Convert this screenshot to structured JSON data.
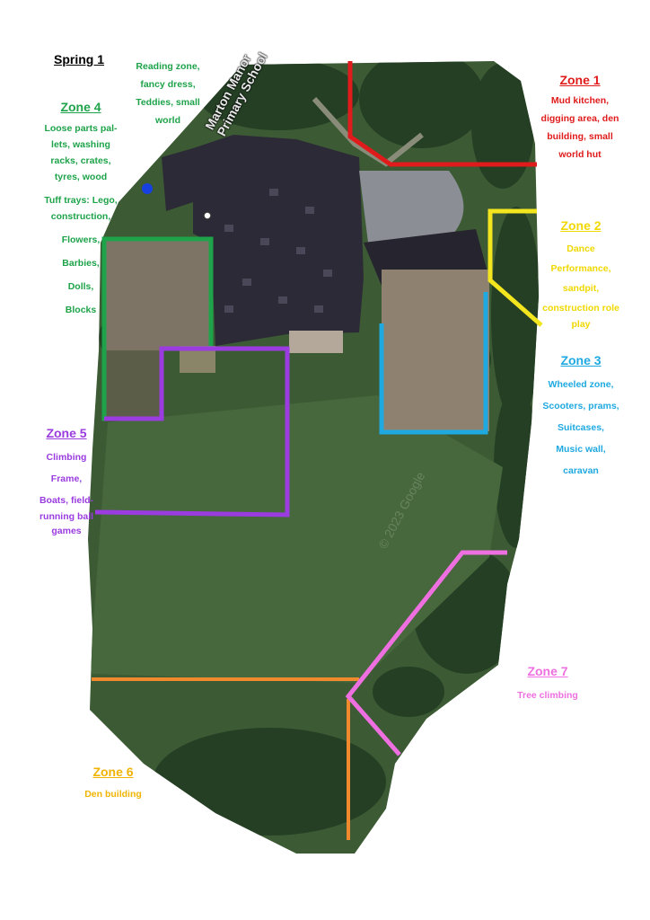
{
  "colors": {
    "zone1": "#e01b1b",
    "zone2": "#f3e61f",
    "zone3": "#1fa9e1",
    "zone4": "#1ea34a",
    "zone5": "#9a3ce0",
    "zone6": "#f08a2c",
    "zone7": "#ee6fe0",
    "zone6_label": "#f0b400",
    "zone2_label": "#f0d800",
    "grass": "#3c5a34",
    "roof": "#2c2a36"
  },
  "title": "Spring 1",
  "school_label": {
    "line1": "Marton Manor",
    "line2": "Primary School"
  },
  "watermark": "© 2023 Google",
  "indoor_note": {
    "line1": "Reading zone,",
    "line2": "fancy dress,",
    "line3": "Teddies, small",
    "line4": "world"
  },
  "zones": {
    "zone1": {
      "title": "Zone 1",
      "lines": [
        "Mud kitchen,",
        "digging area, den",
        "building, small",
        "world hut"
      ]
    },
    "zone2": {
      "title": "Zone 2",
      "lines": [
        "Dance",
        "Performance,",
        "sandpit,",
        "construction role",
        "play"
      ]
    },
    "zone3": {
      "title": "Zone 3",
      "lines": [
        "Wheeled zone,",
        "Scooters, prams,",
        "Suitcases,",
        "Music wall,",
        "caravan"
      ]
    },
    "zone4": {
      "title": "Zone 4",
      "lines": [
        "Loose parts pal-",
        "lets, washing",
        "racks, crates,",
        "tyres, wood",
        "Tuff trays: Lego,",
        "construction,",
        "Flowers,",
        "Barbies,",
        "Dolls,",
        "Blocks"
      ]
    },
    "zone5": {
      "title": "Zone 5",
      "lines": [
        "Climbing",
        "Frame,",
        "Boats, field-",
        "running ball",
        "games"
      ]
    },
    "zone6": {
      "title": "Zone 6",
      "lines": [
        "Den building"
      ]
    },
    "zone7": {
      "title": "Zone 7",
      "lines": [
        "Tree climbing"
      ]
    }
  }
}
